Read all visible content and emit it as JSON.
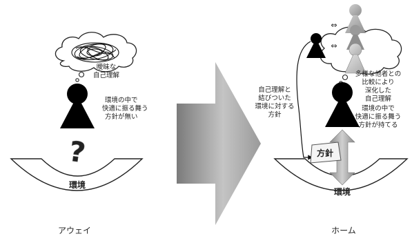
{
  "left": {
    "thought_label": [
      "曖昧な",
      "自己理解"
    ],
    "side_label": [
      "環境の中で",
      "快適に振る舞う",
      "方針が無い"
    ],
    "question_mark": "?",
    "ground_label": "環境",
    "caption": "アウェイ"
  },
  "right": {
    "loop_label": [
      "自己理解と",
      "結びついた",
      "環境に対する",
      "方針"
    ],
    "others_label": [
      "多様な他者との",
      "比較により",
      "深化した",
      "自己理解"
    ],
    "side_label": [
      "環境の中で",
      "快適に振る舞う",
      "方針が持てる"
    ],
    "compare_symbol": "⇔",
    "policy_label": "方針",
    "ground_label": "環境",
    "caption": "ホーム"
  }
}
